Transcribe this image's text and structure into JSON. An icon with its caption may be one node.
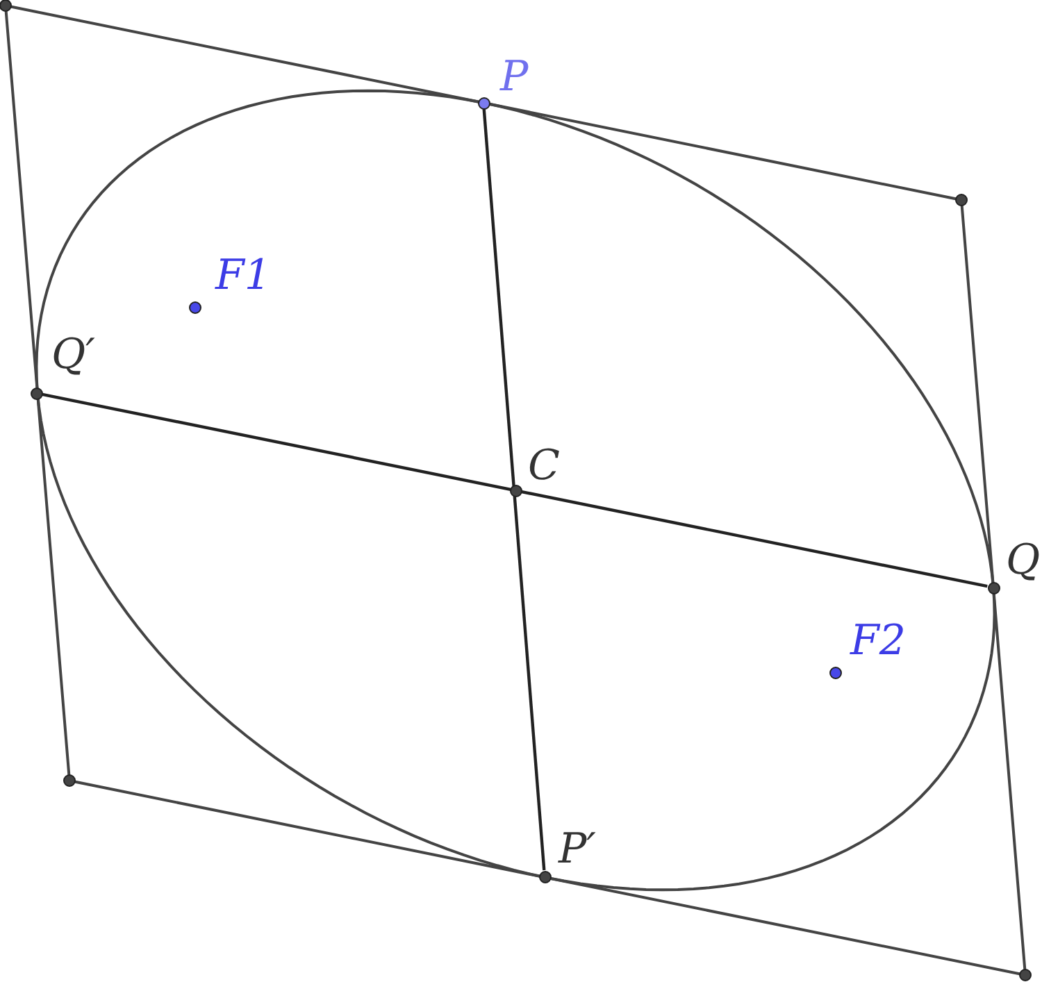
{
  "diagram": {
    "nodes": [
      {
        "text": [
          "P"
        ]
      },
      {
        "text": [
          "F1"
        ]
      },
      {
        "text": [
          "Q′"
        ]
      },
      {
        "text": [
          "C"
        ]
      },
      {
        "text": [
          "Q"
        ]
      },
      {
        "text": [
          "F2"
        ]
      },
      {
        "text": [
          "P′"
        ]
      }
    ],
    "edges": [
      {
        "from": 0,
        "to": 6,
        "arrow": "none"
      },
      {
        "from": 2,
        "to": 4,
        "arrow": "none"
      }
    ]
  }
}
